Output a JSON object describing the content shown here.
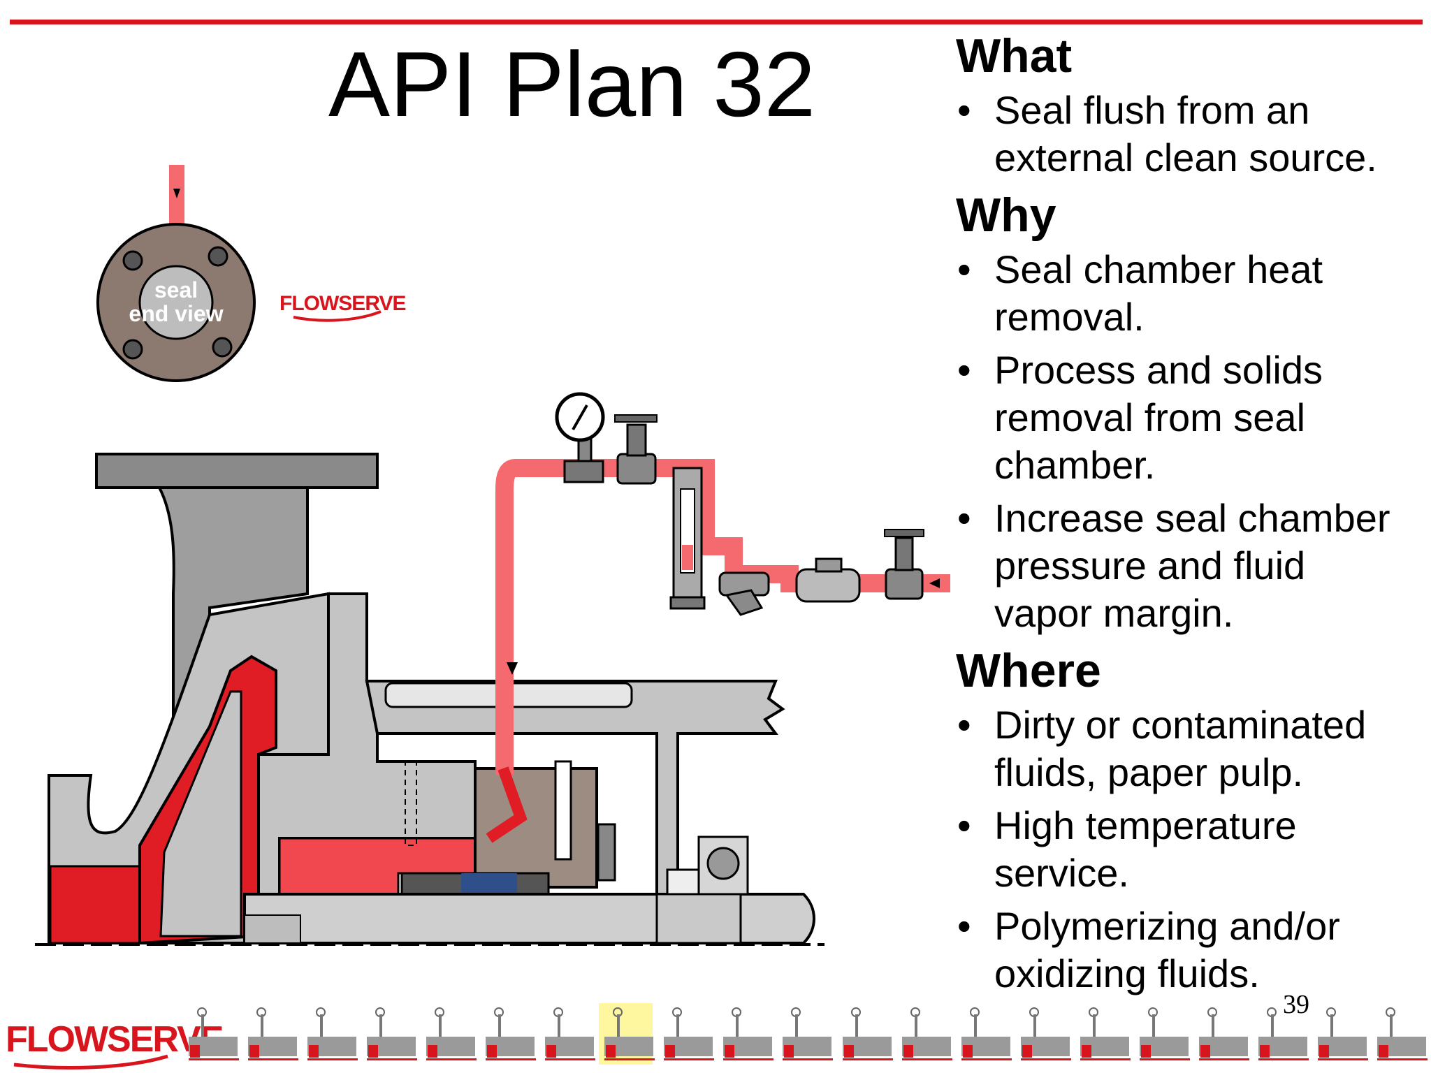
{
  "slide": {
    "title": "API Plan 32",
    "page_number": "39",
    "logo_text": "FLOWSERVE",
    "seal_view_label": [
      "seal",
      "end view"
    ]
  },
  "sections": [
    {
      "heading": "What",
      "bullets": [
        "Seal flush from an external clean source."
      ]
    },
    {
      "heading": "Why",
      "bullets": [
        "Seal chamber heat removal.",
        "Process and solids removal from seal chamber.",
        "Increase seal chamber pressure and fluid vapor margin."
      ]
    },
    {
      "heading": "Where",
      "bullets": [
        "Dirty or contaminated fluids, paper pulp.",
        "High temperature service.",
        "Polymerizing and/or oxidizing fluids."
      ]
    }
  ],
  "thumbnails": {
    "count": 21,
    "highlighted_index": 7
  },
  "colors": {
    "brand_red": "#d8141c",
    "flush_pink": "#f46a6e",
    "pump_gray": "#c4c4c4",
    "highlight_yellow": "#fff6a0"
  }
}
